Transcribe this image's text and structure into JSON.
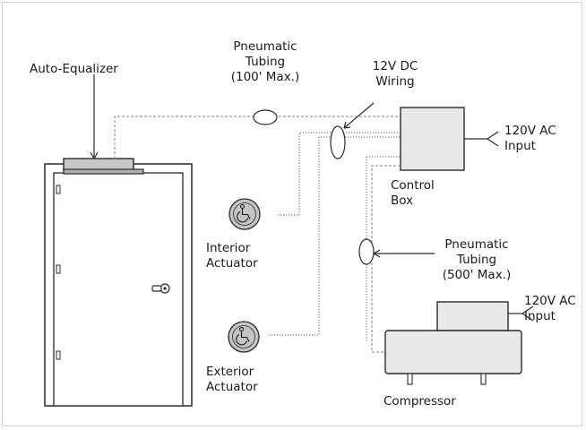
{
  "labels": {
    "auto_equalizer": "Auto-Equalizer",
    "pneumatic_top": [
      "Pneumatic",
      "Tubing",
      "(100' Max.)"
    ],
    "dc_wiring": [
      "12V DC",
      "Wiring"
    ],
    "ac_input_top": [
      "120V AC",
      "Input"
    ],
    "control_box": [
      "Control",
      "Box"
    ],
    "interior_actuator": [
      "Interior",
      "Actuator"
    ],
    "pneumatic_bottom": [
      "Pneumatic",
      "Tubing",
      "(500' Max.)"
    ],
    "ac_input_bottom": [
      "120V AC",
      "Input"
    ],
    "exterior_actuator": [
      "Exterior",
      "Actuator"
    ],
    "compressor": "Compressor"
  },
  "icons": {
    "actuator": "wheelchair-accessibility-icon"
  }
}
